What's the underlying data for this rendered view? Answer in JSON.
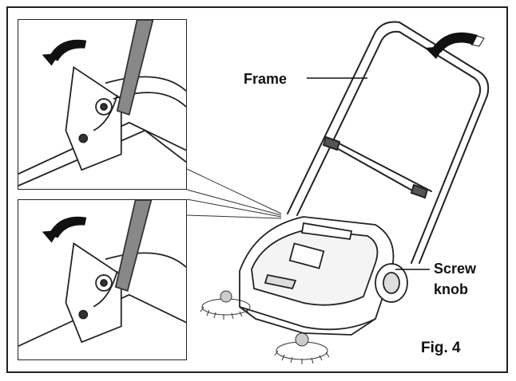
{
  "labels": {
    "frame": "Frame",
    "screw_line1": "Screw",
    "screw_line2": "knob",
    "figure": "Fig. 4"
  },
  "icons": [
    "rotate-arrow-icon",
    "rotate-arrow-icon",
    "rotate-arrow-icon"
  ]
}
